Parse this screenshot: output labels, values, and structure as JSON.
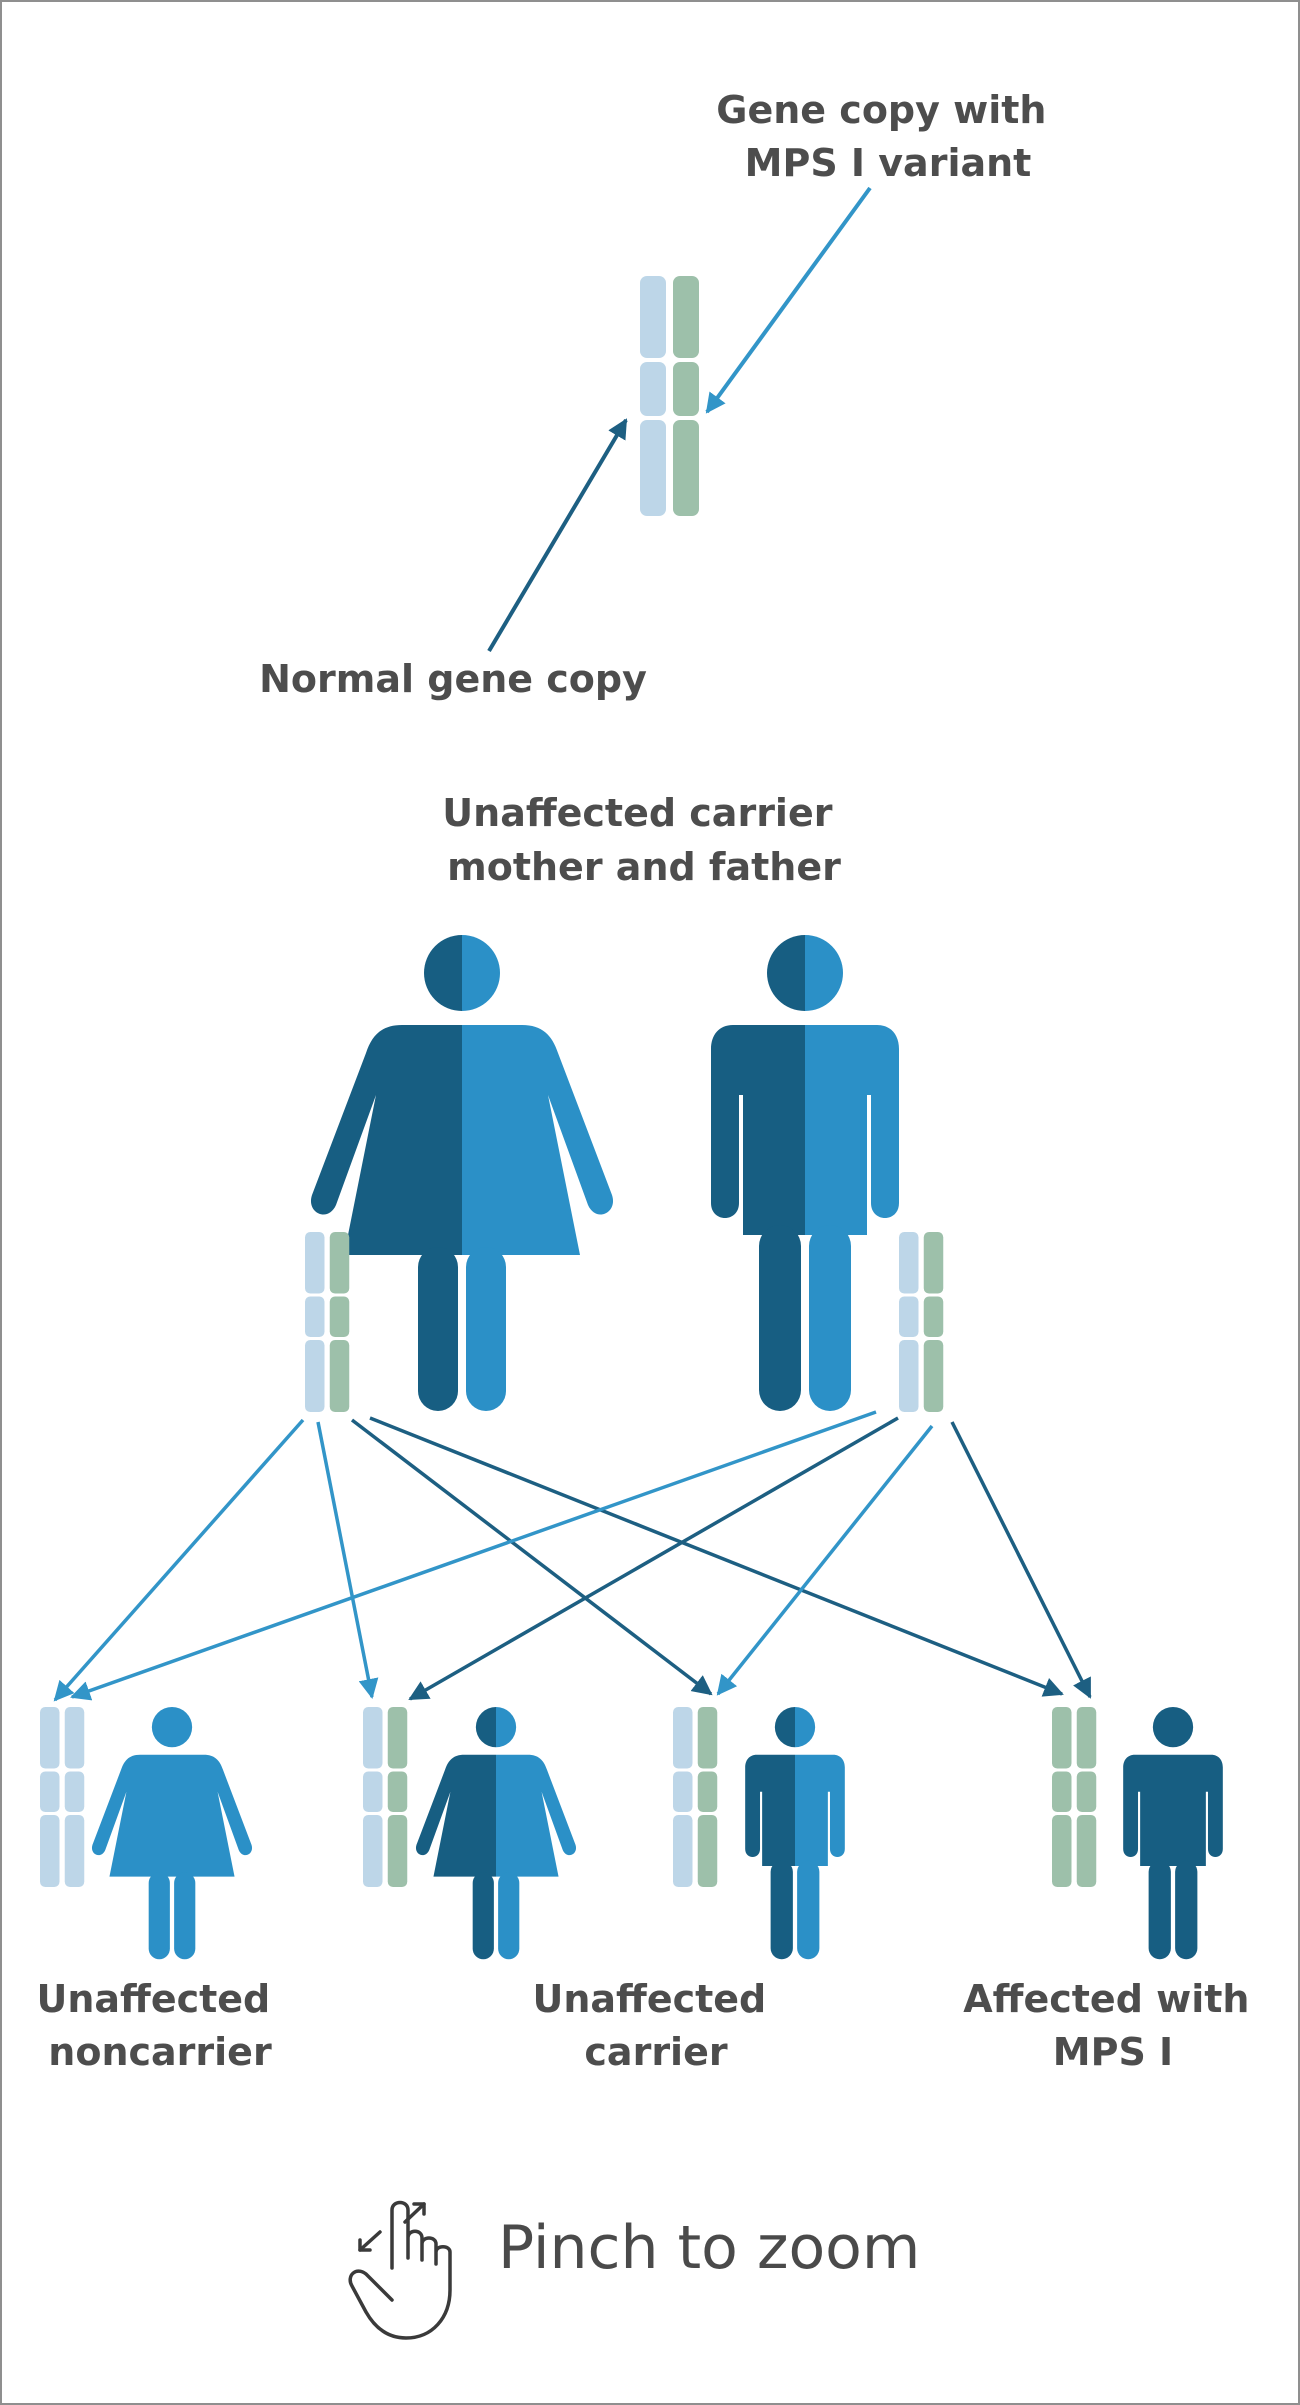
{
  "labels": {
    "variant_copy": [
      "Gene copy with",
      "MPS I variant"
    ],
    "normal_copy": "Normal gene copy",
    "parents": [
      "Unaffected carrier",
      "mother and father"
    ],
    "child_noncarrier": [
      "Unaffected",
      "noncarrier"
    ],
    "child_carrier": [
      "Unaffected",
      "carrier"
    ],
    "child_affected": [
      "Affected with",
      "MPS I"
    ]
  },
  "hint": {
    "text": "Pinch to zoom",
    "icon": "hand-pinch-icon"
  },
  "colors": {
    "dark_blue": "#175e82",
    "mid_blue": "#2b90c7",
    "normal_chromosome": "#bdd6e8",
    "variant_chromosome": "#9dc0aa",
    "arrow_dark": "#1d5f82",
    "arrow_light": "#3295c8",
    "text": "#4d4d4d"
  }
}
